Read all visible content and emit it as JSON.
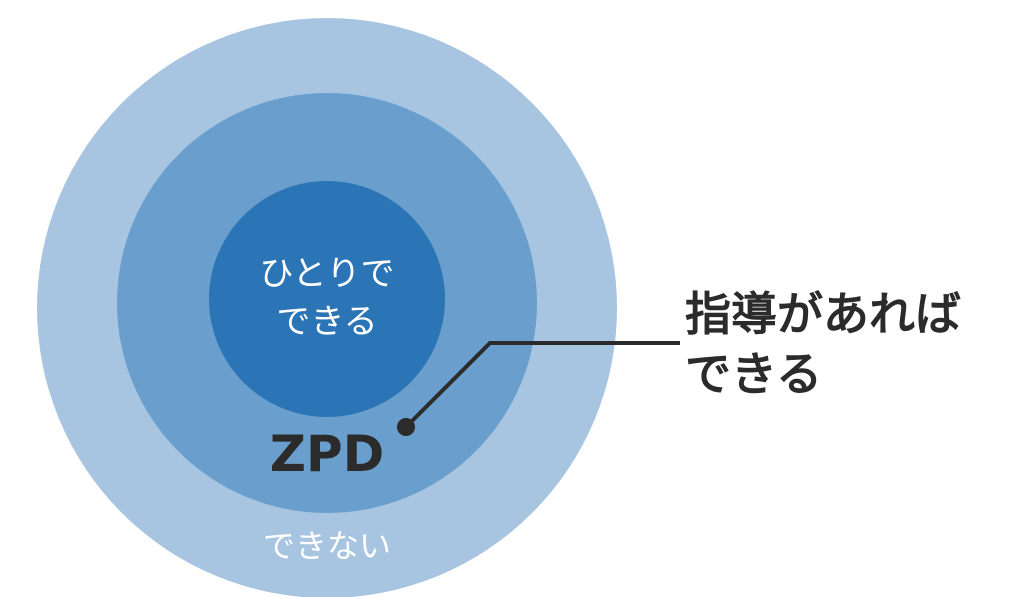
{
  "colors": {
    "outer": "#a7c5e1",
    "middle": "#6a9fcd",
    "inner": "#2b75b6",
    "text_dark": "#2b2b2b",
    "text_light": "#ffffff"
  },
  "inner_label": [
    "ひとりで",
    "できる"
  ],
  "zpd_label": "ZPD",
  "outer_label": "できない",
  "callout_label": [
    "指導があれば",
    "できる"
  ]
}
